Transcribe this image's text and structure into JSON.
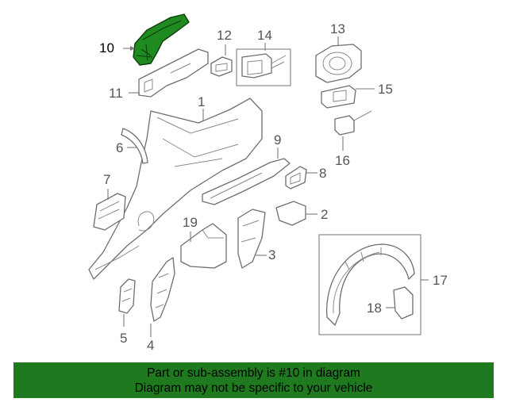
{
  "diagram": {
    "callouts": [
      "1",
      "2",
      "3",
      "4",
      "5",
      "6",
      "7",
      "8",
      "9",
      "10",
      "11",
      "12",
      "13",
      "14",
      "15",
      "16",
      "17",
      "18",
      "19"
    ],
    "highlighted_part": "10"
  },
  "banner": {
    "line1": "Part or sub-assembly is #10 in diagram",
    "line2": "Diagram may not be specific to your vehicle"
  },
  "colors": {
    "highlight": "#1f8a1f",
    "banner_background": "#1f7a1f"
  }
}
